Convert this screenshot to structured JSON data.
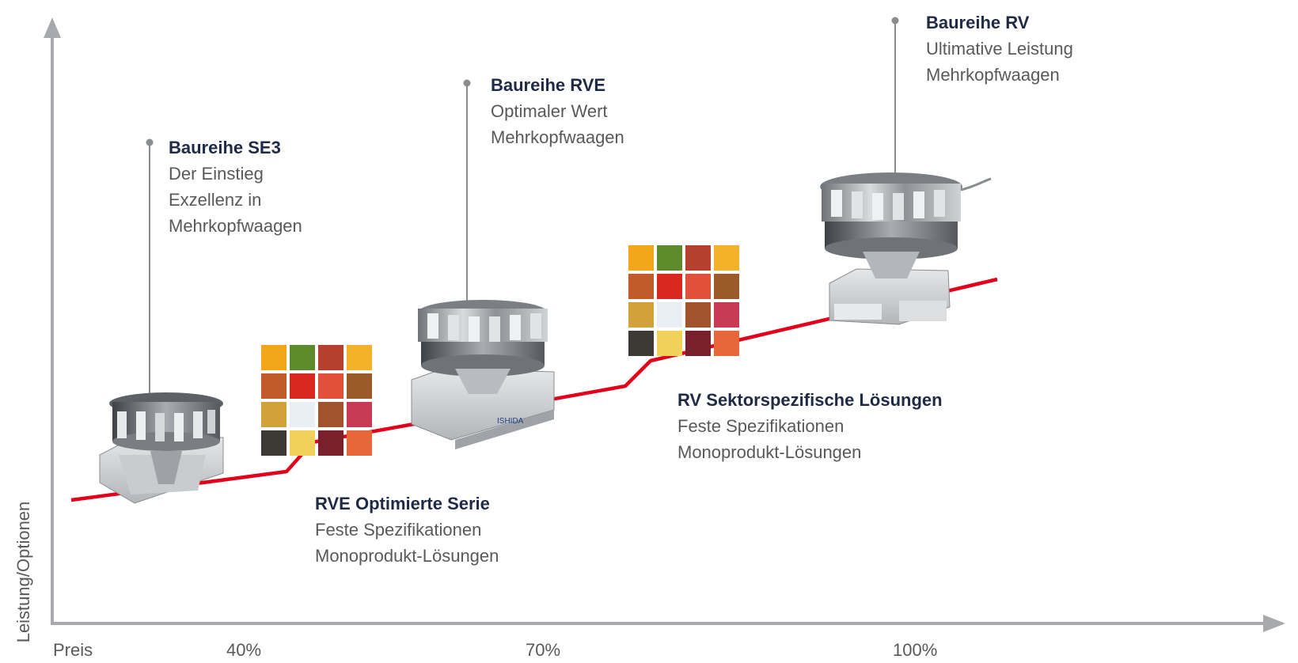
{
  "axes": {
    "y_label": "Leistung/Optionen",
    "x_start_label": "Preis",
    "x_ticks": [
      "40%",
      "70%",
      "100%"
    ]
  },
  "callouts": [
    {
      "title": "Baureihe SE3",
      "lines": [
        "Der Einstieg",
        "Exzellenz in",
        "Mehrkopfwaagen"
      ]
    },
    {
      "title": "Baureihe RVE",
      "lines": [
        "Optimaler Wert",
        "Mehrkopfwaagen"
      ]
    },
    {
      "title": "Baureihe RV",
      "lines": [
        "Ultimative Leistung",
        "Mehrkopfwaagen"
      ]
    }
  ],
  "series_notes": [
    {
      "title": "RVE Optimierte Serie",
      "lines": [
        "Feste Spezifikationen",
        "Monoprodukt-Lösungen"
      ]
    },
    {
      "title": "RV Sektorspezifische Lösungen",
      "lines": [
        "Feste Spezifikationen",
        "Monoprodukt-Lösungen"
      ]
    }
  ],
  "machine_brand": "ISHIDA",
  "colors": {
    "axis": "#a7a9ac",
    "line": "#e2001a",
    "title": "#1f2a44",
    "text": "#58595b"
  }
}
